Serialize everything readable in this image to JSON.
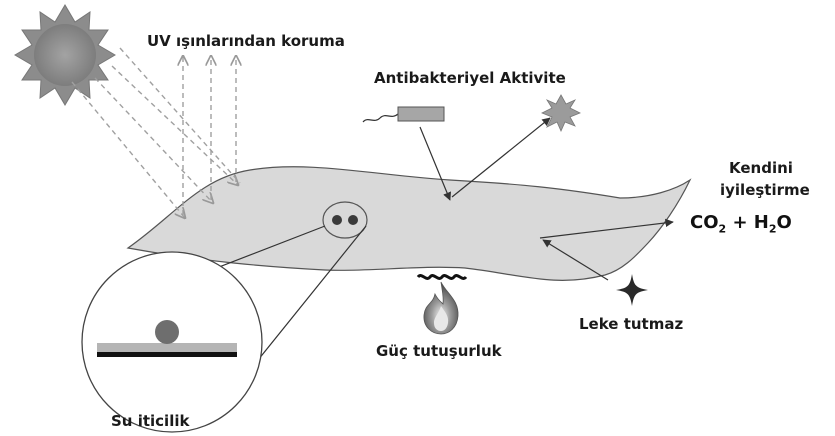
{
  "labels": {
    "uv": "UV ışınlarından koruma",
    "antibacterial": "Antibakteriyel Aktivite",
    "self_healing_line1": "Kendini",
    "self_healing_line2": "iyileştirme",
    "stain": "Leke tutmaz",
    "flame": "Güç tutuşurluk",
    "water": "Su iticilik"
  },
  "formula": {
    "co": "CO",
    "co_sub": "2",
    "plus_h": " + H",
    "h_sub": "2",
    "o": "O"
  },
  "colors": {
    "fabric": "#d9d9d9",
    "sun": "#8c8c8c",
    "ink": "#222222",
    "dashed": "#9a9a9a"
  },
  "icons": [
    "sun-icon",
    "bacteria-icon",
    "burst-icon",
    "flame-icon",
    "star-icon",
    "droplet-icon"
  ]
}
